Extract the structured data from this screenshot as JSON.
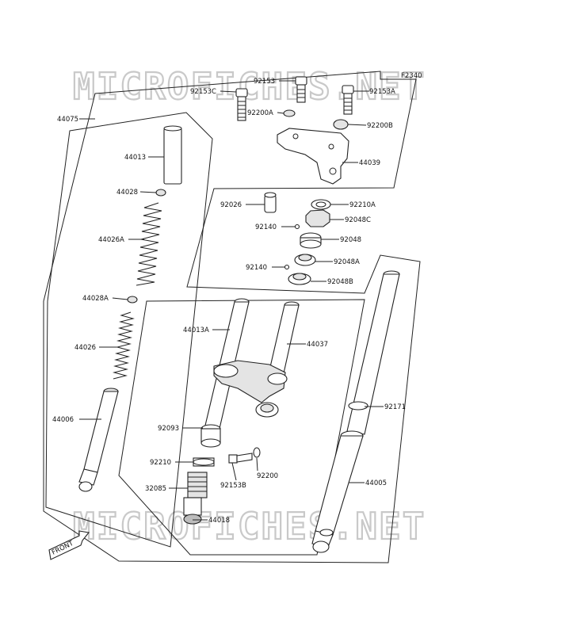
{
  "figure_code": "F2340",
  "watermarks": [
    "MICROFICHES.NET",
    "MICROFICHES.NET"
  ],
  "front_label": "FRONT",
  "labels": {
    "p44075": "44075",
    "p44013": "44013",
    "p44028": "44028",
    "p44026A": "44026A",
    "p44028A": "44028A",
    "p44026": "44026",
    "p44006": "44006",
    "p92153C": "92153C",
    "p92153": "92153",
    "p92153A": "92153A",
    "p92200A": "92200A",
    "p92200B": "92200B",
    "p44039": "44039",
    "p92026": "92026",
    "p92210A": "92210A",
    "p92048C": "92048C",
    "p92140a": "92140",
    "p92048": "92048",
    "p92140b": "92140",
    "p92048A": "92048A",
    "p92048B": "92048B",
    "p44013A": "44013A",
    "p44037": "44037",
    "p92093": "92093",
    "p92210": "92210",
    "p32085": "32085",
    "p44018": "44018",
    "p92153B": "92153B",
    "p92200": "92200",
    "p92171": "92171",
    "p44005": "44005"
  }
}
